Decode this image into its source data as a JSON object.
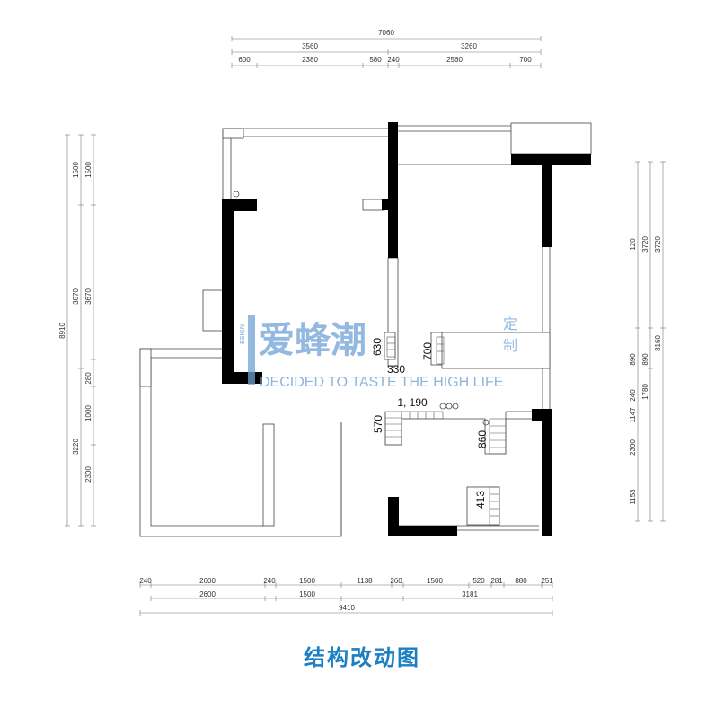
{
  "title": "结构改动图",
  "watermark": {
    "brand": "爱蜂潮",
    "suffix_top": "定",
    "suffix_bottom": "制",
    "esign": "ESIGN",
    "tagline": "DECIDED TO TASTE THE HIGH LIFE"
  },
  "dims_top": {
    "overall": "7060",
    "row2": [
      "3560",
      "3260"
    ],
    "row3": [
      "600",
      "2380",
      "580",
      "240",
      "2560",
      "700"
    ]
  },
  "dims_bottom": {
    "row1": [
      "240",
      "2600",
      "240",
      "1500",
      "1138",
      "260",
      "1500",
      "520",
      "281",
      "880",
      "251"
    ],
    "row2": [
      "2600",
      "1500",
      "3181"
    ],
    "overall": "9410"
  },
  "dims_left": {
    "overall": "8910",
    "col2": [
      "1500",
      "3670",
      "3220"
    ],
    "col3": [
      "1500",
      "3670",
      "280",
      "1000",
      "2300"
    ]
  },
  "dims_right": {
    "col1": [
      "3720",
      "8160"
    ],
    "col2": [
      "3720",
      "890",
      "1780"
    ],
    "col3": [
      "120",
      "890",
      "240",
      "1147",
      "2300",
      "1153"
    ]
  },
  "interior_labels": {
    "d630": "630",
    "d330": "330",
    "d700": "700",
    "d1190": "1, 190",
    "d570": "570",
    "d860": "860",
    "d413": "413"
  }
}
